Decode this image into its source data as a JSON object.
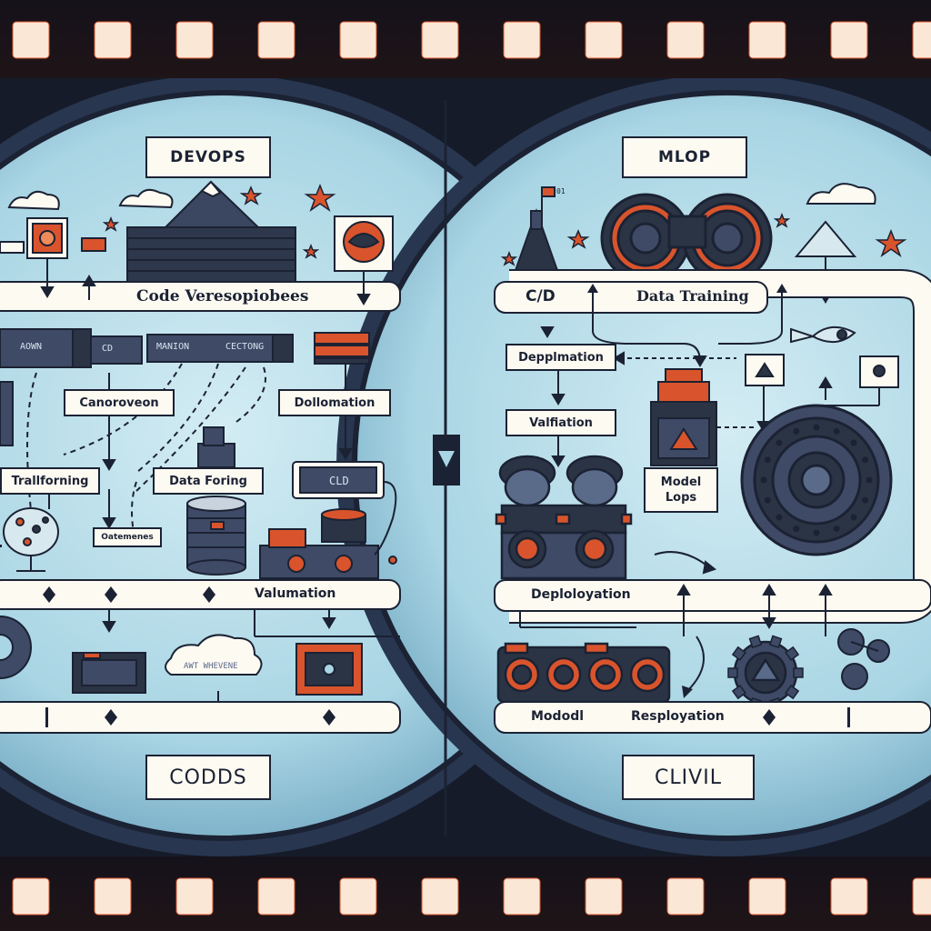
{
  "colors": {
    "background": "#0b0d14",
    "lens_fill": "#a9d5e4",
    "lens_rim": "#2d3a55",
    "band": "#fdfaf2",
    "outline": "#1b2233",
    "accent_orange": "#d9542c",
    "machine_dark": "#2b3445",
    "film_hole": "#fbe7d6"
  },
  "left_panel": {
    "title": "DEVOPS",
    "band_1": "Code Veresopiobees",
    "strip_left": "AOWN",
    "strip_mid": "CD",
    "strip_wide_1": "MANION",
    "strip_wide_2": "CECTONG",
    "label_canorovoon": "Canoroveon",
    "label_dollomation": "Dollomation",
    "label_trallforning": "Trallforning",
    "label_data_foring": "Data Foring",
    "label_cld": "CLD",
    "label_datemenes": "Oatemenes",
    "band_2": "Valumation",
    "cloud_text": "AWT WHEVENE",
    "footer": "CODDS"
  },
  "right_panel": {
    "title": "MLOP",
    "flag_text": "01",
    "band_1_left": "C/D",
    "band_1_right": "Data Training",
    "label_depplmation": "Depplmation",
    "label_valfiation": "Valfiation",
    "label_model_lops_1": "Model",
    "label_model_lops_2": "Lops",
    "band_2": "Deploloyation",
    "band_3_left": "Mododl",
    "band_3_right": "Resployation",
    "footer": "CLIVIL"
  },
  "center_marker_icon": "down-triangle-icon"
}
